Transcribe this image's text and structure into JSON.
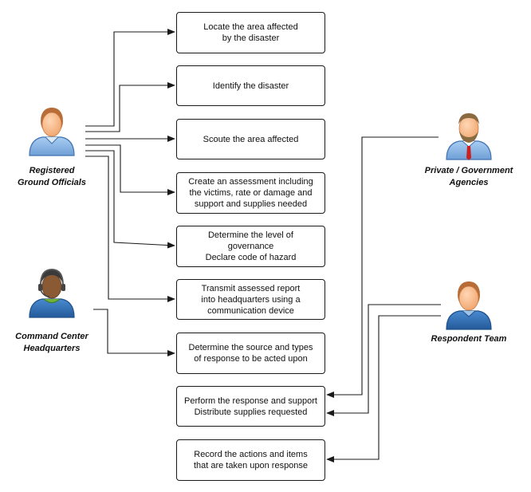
{
  "actors": [
    {
      "id": "ground",
      "label": "Registered\nGround Officials",
      "icon": "person-icon"
    },
    {
      "id": "command",
      "label": "Command Center\nHeadquarters",
      "icon": "headset-person-icon"
    },
    {
      "id": "agencies",
      "label": "Private / Government\nAgencies",
      "icon": "bearded-person-icon"
    },
    {
      "id": "respondent",
      "label": "Respondent Team",
      "icon": "person-icon"
    }
  ],
  "steps": [
    {
      "id": "locate",
      "text": "Locate the area affected\nby the disaster"
    },
    {
      "id": "identify",
      "text": "Identify the disaster"
    },
    {
      "id": "scoute",
      "text": "Scoute the area affected"
    },
    {
      "id": "assess",
      "text": "Create an assessment including\nthe victims, rate or damage and\nsupport and supplies needed"
    },
    {
      "id": "level",
      "text": "Determine the level of\ngovernance\nDeclare code of hazard"
    },
    {
      "id": "transmit",
      "text": "Transmit assessed report\ninto headquarters using a\ncommunication device"
    },
    {
      "id": "source",
      "text": "Determine the source and types\nof response to be acted upon"
    },
    {
      "id": "perform",
      "text": "Perform the response and support\nDistribute supplies requested"
    },
    {
      "id": "record",
      "text": "Record the actions and items\nthat are taken upon response"
    }
  ],
  "colors": {
    "skin": "#f6b98a",
    "skin_dark": "#8a5a34",
    "hair": "#b86d38",
    "hair_dark": "#3a3a3a",
    "shirt": "#8fb9e6",
    "shirt_edge": "#3f72b0",
    "shirt_dark": "#2f6fb1",
    "headset_shirt": "#5a9b2f",
    "tie": "#cc2020",
    "line": "#1a1a1a"
  }
}
